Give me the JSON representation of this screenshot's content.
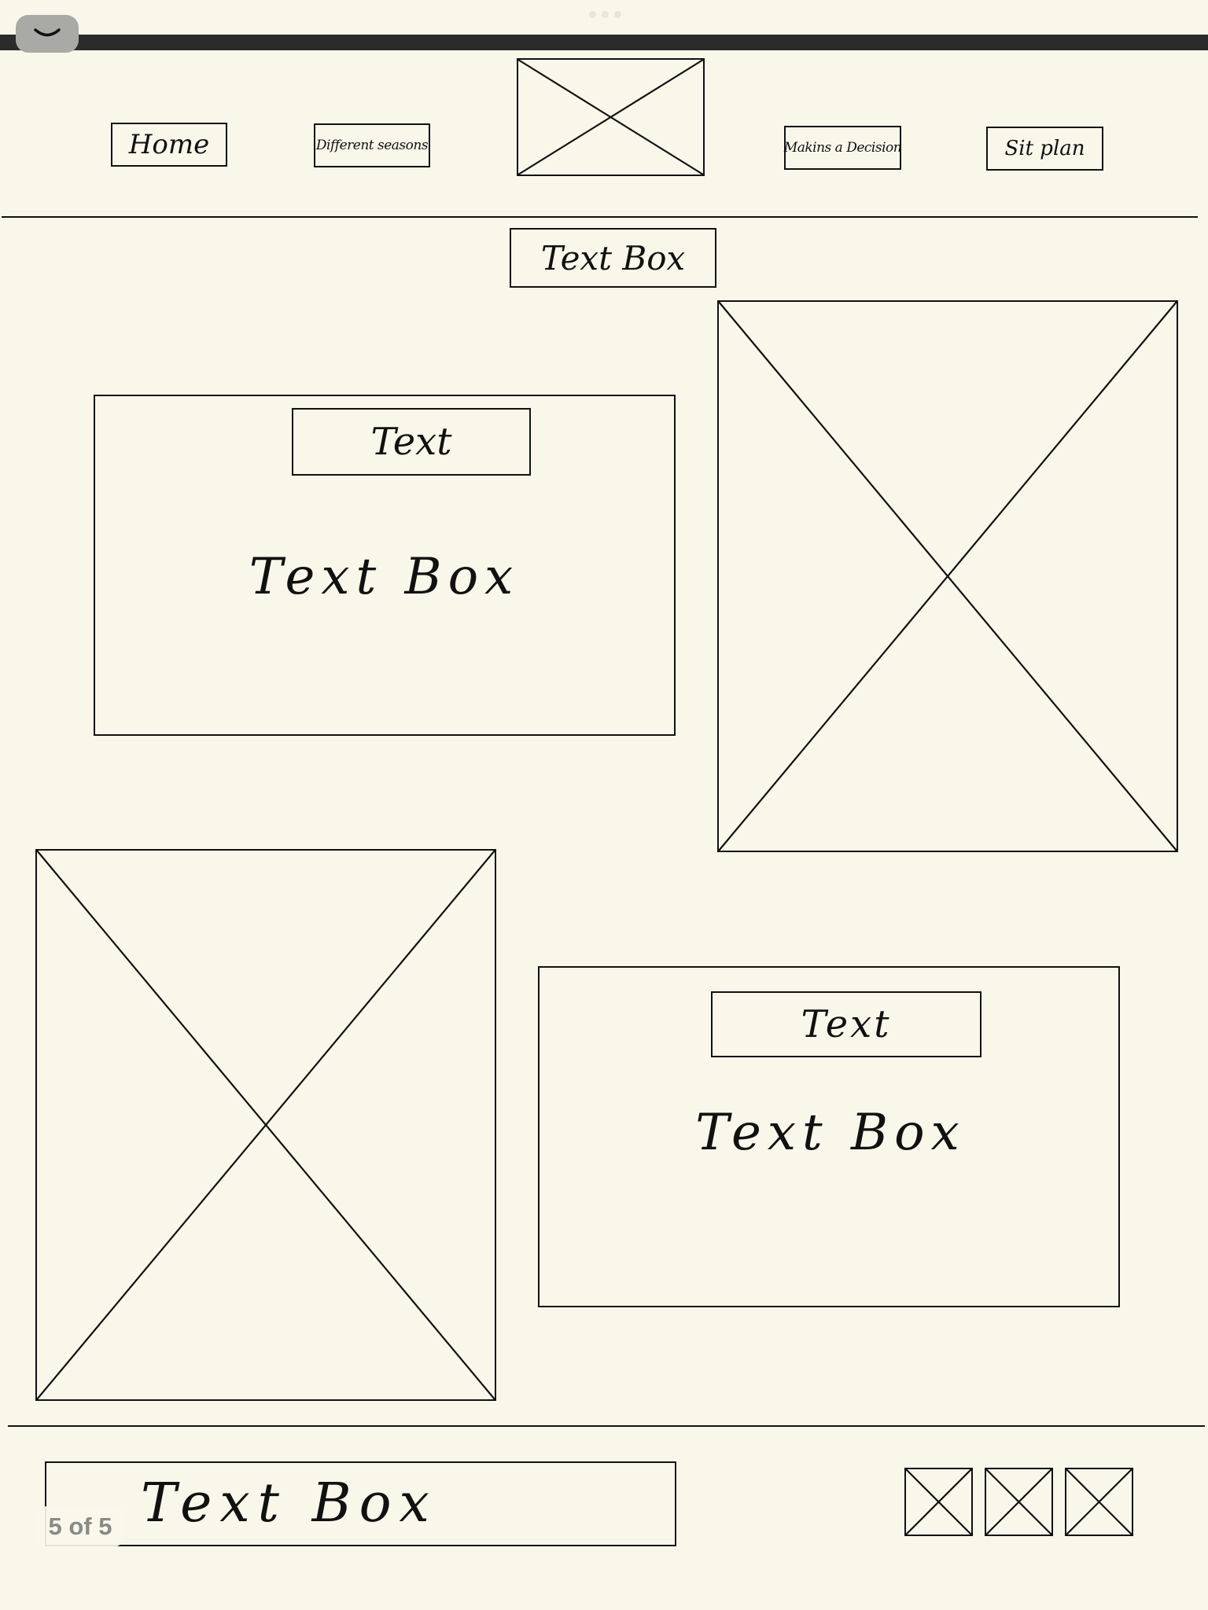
{
  "toolbar": {
    "collapse_icon": "chevron-down-icon",
    "more_icon": "more-dots-icon"
  },
  "nav": {
    "items": [
      {
        "label": "Home"
      },
      {
        "label": "Different seasons"
      },
      {
        "label": "Makins a Decision"
      },
      {
        "label": "Sit plan"
      }
    ],
    "logo_icon": "image-placeholder-icon"
  },
  "main": {
    "title": "Text Box",
    "card_top": {
      "heading": "Text",
      "body": "Text Box"
    },
    "card_bottom": {
      "heading": "Text",
      "body": "Text Box"
    },
    "image_icon": "image-placeholder-icon"
  },
  "footer": {
    "text": "Text Box",
    "social_icons": [
      "image-placeholder-icon",
      "image-placeholder-icon",
      "image-placeholder-icon"
    ]
  },
  "viewer": {
    "page_indicator": "5 of 5"
  },
  "colors": {
    "background": "#f8f7ea",
    "ink": "#111111",
    "toolbar": "#2b2b2b"
  }
}
